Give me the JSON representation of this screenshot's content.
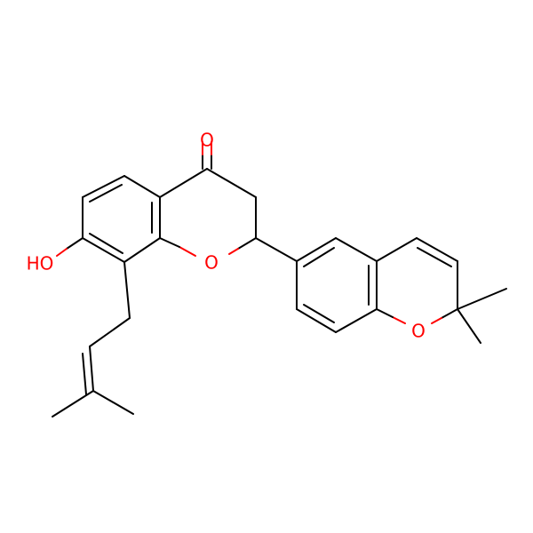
{
  "molecule": {
    "atom_labels": {
      "carbonyl_oxygen": "O",
      "hydroxyl": "HO",
      "chromanone_ring_oxygen": "O",
      "chromene_ring_oxygen": "O"
    },
    "colors": {
      "bond": "#000000",
      "heteroatom": "#ff0000",
      "background": "#ffffff"
    }
  }
}
